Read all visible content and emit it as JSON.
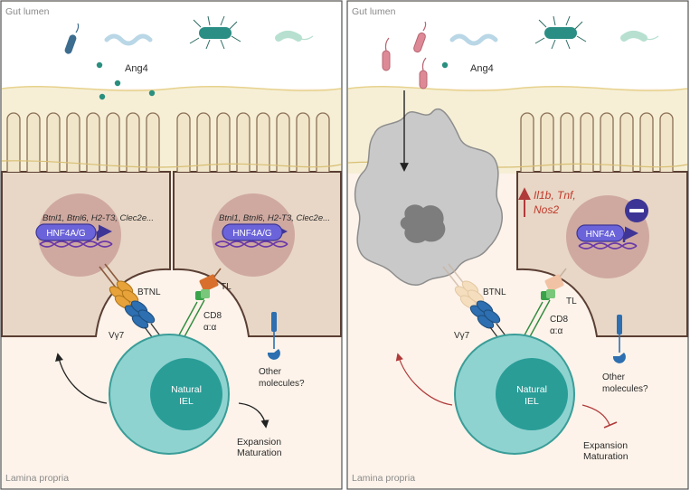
{
  "panels": [
    {
      "id": "left",
      "gut_lumen": "Gut lumen",
      "lamina_propria": "Lamina propria",
      "ang4": "Ang4",
      "genes": "Btnl1, Btnl6, H2-T3, Clec2e...",
      "tf": "HNF4A/G",
      "btnl": "BTNL",
      "vg7": "Vγ7",
      "tl": "TL",
      "cd8_line1": "CD8",
      "cd8_line2": "α:α",
      "natural_line1": "Natural",
      "natural_line2": "IEL",
      "other_line1": "Other",
      "other_line2": "molecules?",
      "exp_line1": "Expansion",
      "exp_line2": "Maturation"
    },
    {
      "id": "right",
      "gut_lumen": "Gut lumen",
      "lamina_propria": "Lamina propria",
      "ang4": "Ang4",
      "inflam_line1": "Il1b, Tnf,",
      "inflam_line2": "Nos2",
      "tf": "HNF4A",
      "btnl": "BTNL",
      "vg7": "Vγ7",
      "tl": "TL",
      "cd8_line1": "CD8",
      "cd8_line2": "α:α",
      "natural_line1": "Natural",
      "natural_line2": "IEL",
      "other_line1": "Other",
      "other_line2": "molecules?",
      "exp_line1": "Expansion",
      "exp_line2": "Maturation"
    }
  ],
  "colors": {
    "lumen": "#ffffff",
    "mucus": "#f6efd6",
    "epithelium": "#e8d7c6",
    "lamina": "#fdf3ea",
    "nucleus": "#cfa9a0",
    "tf_box": "#6b63d9",
    "iel_outer": "#8fd3d0",
    "iel_inner": "#2a9d97",
    "macrophage": "#c9c9c9",
    "inhibit_red": "#c0392b"
  }
}
